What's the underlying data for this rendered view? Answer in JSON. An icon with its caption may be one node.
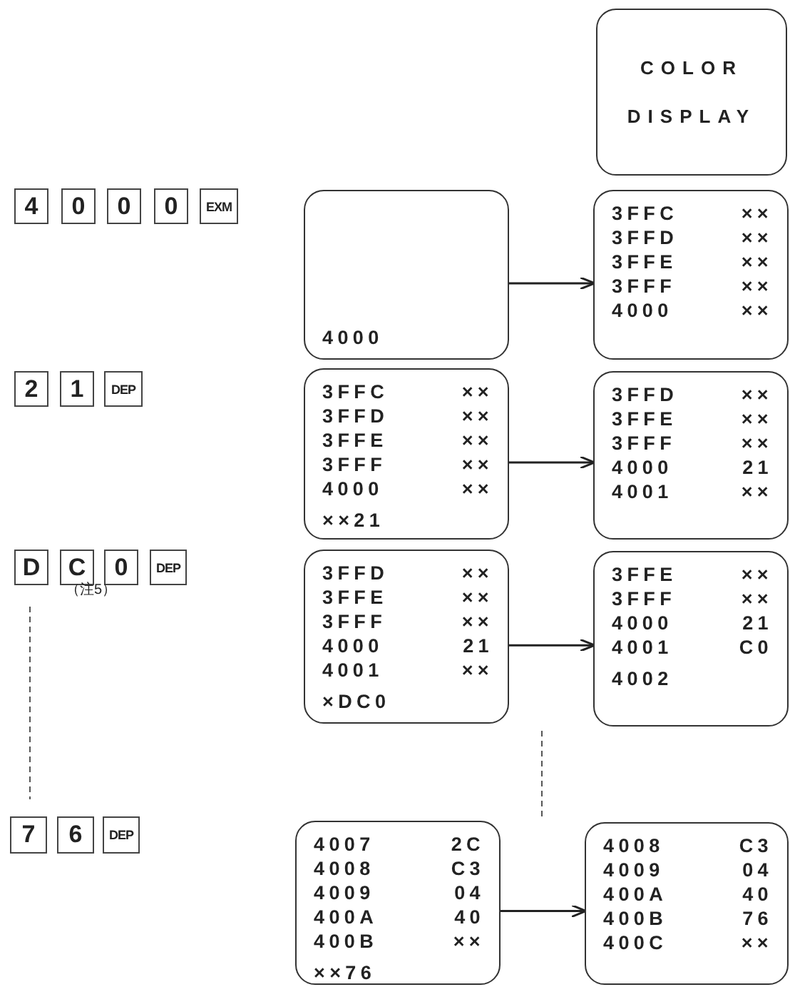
{
  "diagram": {
    "nodes": [
      {
        "text": [
          "COLOR DISPLAY"
        ]
      },
      {
        "text": [
          "4"
        ]
      },
      {
        "text": [
          "0"
        ]
      },
      {
        "text": [
          "0"
        ]
      },
      {
        "text": [
          "0"
        ]
      },
      {
        "text": [
          "EXM"
        ]
      },
      {
        "text": [
          "4000"
        ]
      },
      {
        "text": [
          "3FFC",
          "××",
          "3FFD",
          "××",
          "3FFE",
          "××",
          "3FFF",
          "××",
          "4000",
          "××"
        ]
      },
      {
        "text": [
          "2"
        ]
      },
      {
        "text": [
          "1"
        ]
      },
      {
        "text": [
          "DEP"
        ]
      },
      {
        "text": [
          "3FFC",
          "××",
          "3FFD",
          "××",
          "3FFE",
          "××",
          "3FFF",
          "××",
          "4000",
          "××",
          "××21"
        ]
      },
      {
        "text": [
          "3FFD",
          "××",
          "3FFE",
          "××",
          "3FFF",
          "××",
          "4000",
          "21",
          "4001",
          "××"
        ]
      },
      {
        "text": [
          "D"
        ]
      },
      {
        "text": [
          "C"
        ]
      },
      {
        "text": [
          "0"
        ]
      },
      {
        "text": [
          "DEP"
        ]
      },
      {
        "text": [
          "3FFD",
          "××",
          "3FFE",
          "××",
          "3FFF",
          "××",
          "4000",
          "21",
          "4001",
          "××",
          "×DC0"
        ]
      },
      {
        "text": [
          "3FFE",
          "××",
          "3FFF",
          "××",
          "4000",
          "21",
          "4001",
          "C0",
          "4002"
        ]
      },
      {
        "text": [
          "7"
        ]
      },
      {
        "text": [
          "6"
        ]
      },
      {
        "text": [
          "DEP"
        ]
      },
      {
        "text": [
          "4007",
          "2C",
          "4008",
          "C3",
          "4009",
          "04",
          "400A",
          "40",
          "400B",
          "××",
          "××76"
        ]
      },
      {
        "text": [
          "4008",
          "C3",
          "4009",
          "04",
          "400A",
          "40",
          "400B",
          "76",
          "400C",
          "××"
        ]
      }
    ],
    "edges": [
      {
        "from": 6,
        "to": 7,
        "arrow": "to"
      },
      {
        "from": 11,
        "to": 12,
        "arrow": "to"
      },
      {
        "from": 17,
        "to": 18,
        "arrow": "to"
      },
      {
        "from": 22,
        "to": 23,
        "arrow": "to"
      }
    ],
    "labels": [
      "（注5）"
    ]
  }
}
